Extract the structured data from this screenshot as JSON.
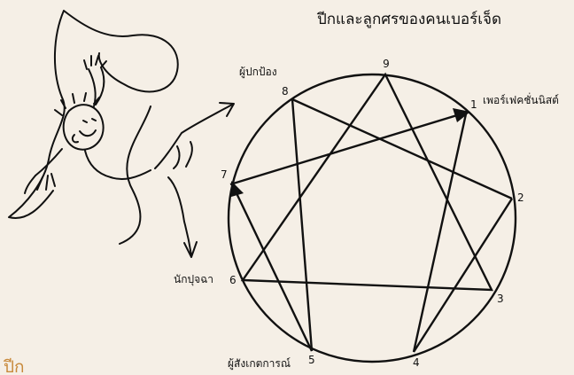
{
  "title": "ปีกและลูกศรของคนเบอร์เจ็ด",
  "corner_label": "ปีก",
  "points": [
    {
      "num": "1",
      "label": "เพอร์เฟคชั่นนิสต์"
    },
    {
      "num": "2",
      "label": ""
    },
    {
      "num": "3",
      "label": ""
    },
    {
      "num": "4",
      "label": ""
    },
    {
      "num": "5",
      "label": "ผู้สังเกตการณ์"
    },
    {
      "num": "6",
      "label": "นักปุจฉา"
    },
    {
      "num": "7",
      "label": ""
    },
    {
      "num": "8",
      "label": "ผู้ปกป้อง"
    },
    {
      "num": "9",
      "label": ""
    }
  ],
  "colors": {
    "line": "#111111",
    "background": "#f5efe6",
    "accent": "#c8893a"
  },
  "illustration": "person-with-ribbon-and-arrows"
}
